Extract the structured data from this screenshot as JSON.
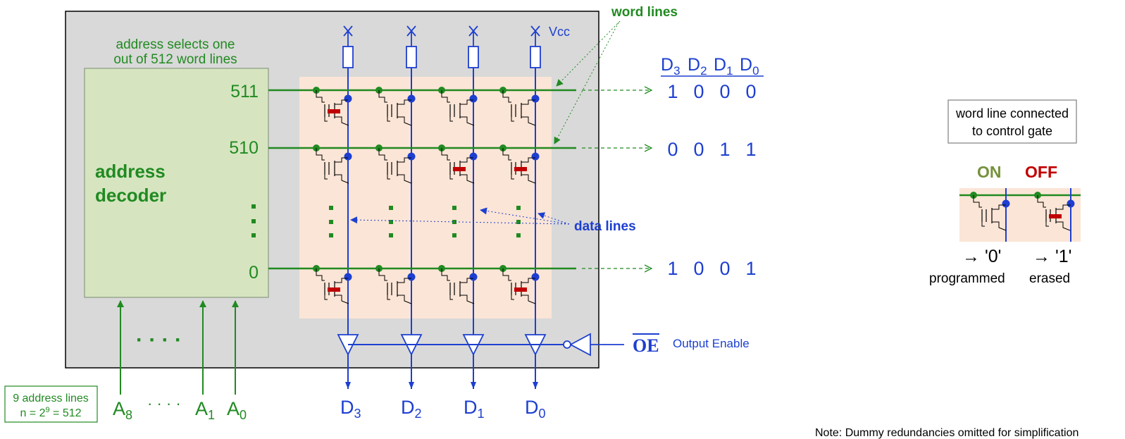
{
  "labels": {
    "word_lines": "word lines",
    "address_selects_1": "address selects one",
    "address_selects_2": "out of 512 word lines",
    "row_511": "511",
    "row_510": "510",
    "row_0": "0",
    "decoder_1": "address",
    "decoder_2": "decoder",
    "vcc": "Vcc",
    "data_lines": "data lines",
    "oe": "OE",
    "output_enable": "Output Enable",
    "addr_lines_1": "9 address lines",
    "addr_lines_2_pre": "n = 2",
    "addr_lines_2_sup": "9",
    "addr_lines_2_post": " = 512",
    "addr_dots": "· · · ·",
    "addr_bottom_dots": "· · · ·",
    "addr_A": "A",
    "addr_sub_8": "8",
    "addr_sub_1": "1",
    "addr_sub_0": "0",
    "data_D": "D",
    "data_sub_3": "3",
    "data_sub_2": "2",
    "data_sub_1": "1",
    "data_sub_0": "0",
    "legend_1": "word line connected",
    "legend_2": "to control gate",
    "legend_on": "ON",
    "legend_off": "OFF",
    "legend_arrow0": "→ '0'",
    "legend_arrow1": "→ '1'",
    "legend_programmed": "programmed",
    "legend_erased": "erased",
    "note": "Note: Dummy redundancies omitted for simplification"
  },
  "rows": [
    {
      "label": "511",
      "bits": [
        "1",
        "0",
        "0",
        "0"
      ]
    },
    {
      "label": "510",
      "bits": [
        "0",
        "0",
        "1",
        "1"
      ]
    },
    {
      "label": "0",
      "bits": [
        "1",
        "0",
        "0",
        "1"
      ]
    }
  ],
  "colors": {
    "green": "#218a21",
    "blue": "#1d3fd0",
    "red": "#c00000",
    "decoder_fill": "#d6e5c0",
    "array_fill": "#fbe5d6",
    "chip_fill": "#d9d9d9"
  }
}
